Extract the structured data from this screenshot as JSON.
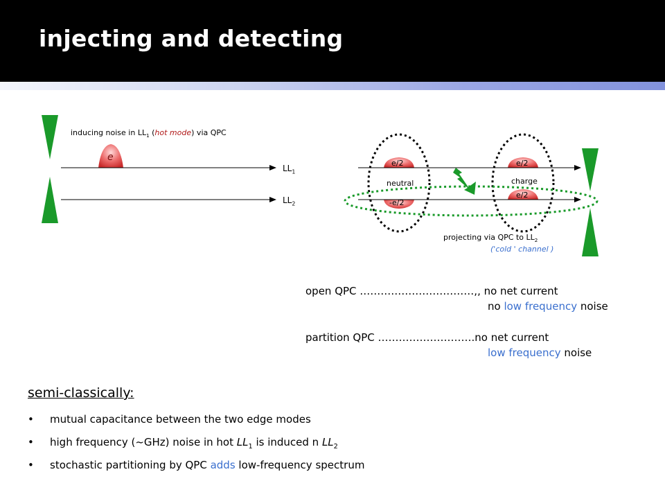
{
  "slide": {
    "title": "injecting and detecting"
  },
  "left_diagram": {
    "caption_prefix": "inducing noise in LL",
    "caption_sub": "1",
    "caption_paren_open": " (",
    "caption_hot_mode": "hot mode",
    "caption_suffix": ") via QPC",
    "electron_label": "e",
    "ll1_label": "LL",
    "ll1_sub": "1",
    "ll2_label": "LL",
    "ll2_sub": "2"
  },
  "right_diagram": {
    "packet_top_left": "e/2",
    "packet_bottom_left": "-e/2",
    "packet_top_right": "e/2",
    "packet_bottom_right": "e/2",
    "neutral_label": "neutral",
    "charge_label": "charge",
    "projecting_prefix": "projecting via QPC to LL",
    "projecting_sub": "2",
    "cold_channel": "('cold ' channel )"
  },
  "results": {
    "open_qpc": "open QPC ……………………………,, no net current",
    "open_qpc_line2_pre": "no ",
    "open_qpc_line2_blue": "low frequency",
    "open_qpc_line2_post": "  noise",
    "partition_qpc": "partition QPC  ……………………….no net current",
    "partition_line2_blue": "low frequency",
    "partition_line2_post": "  noise"
  },
  "semi_classical": {
    "heading": "semi-classically:",
    "bullet_char": "•",
    "bullet1": "mutual capacitance between the two edge modes",
    "bullet2_pre": "high frequency (~GHz) noise in hot ",
    "bullet2_ll": "LL",
    "bullet2_sub1": "1",
    "bullet2_mid": " is induced n ",
    "bullet2_ll2": "LL",
    "bullet2_sub2": "2",
    "bullet3_pre": "stochastic partitioning by QPC ",
    "bullet3_blue": "adds",
    "bullet3_post": " low-frequency spectrum"
  },
  "colors": {
    "qpc_green": "#1a9a2a",
    "packet_red": "#e04848",
    "highlight_blue": "#3a6fce",
    "header_black": "#000000"
  }
}
